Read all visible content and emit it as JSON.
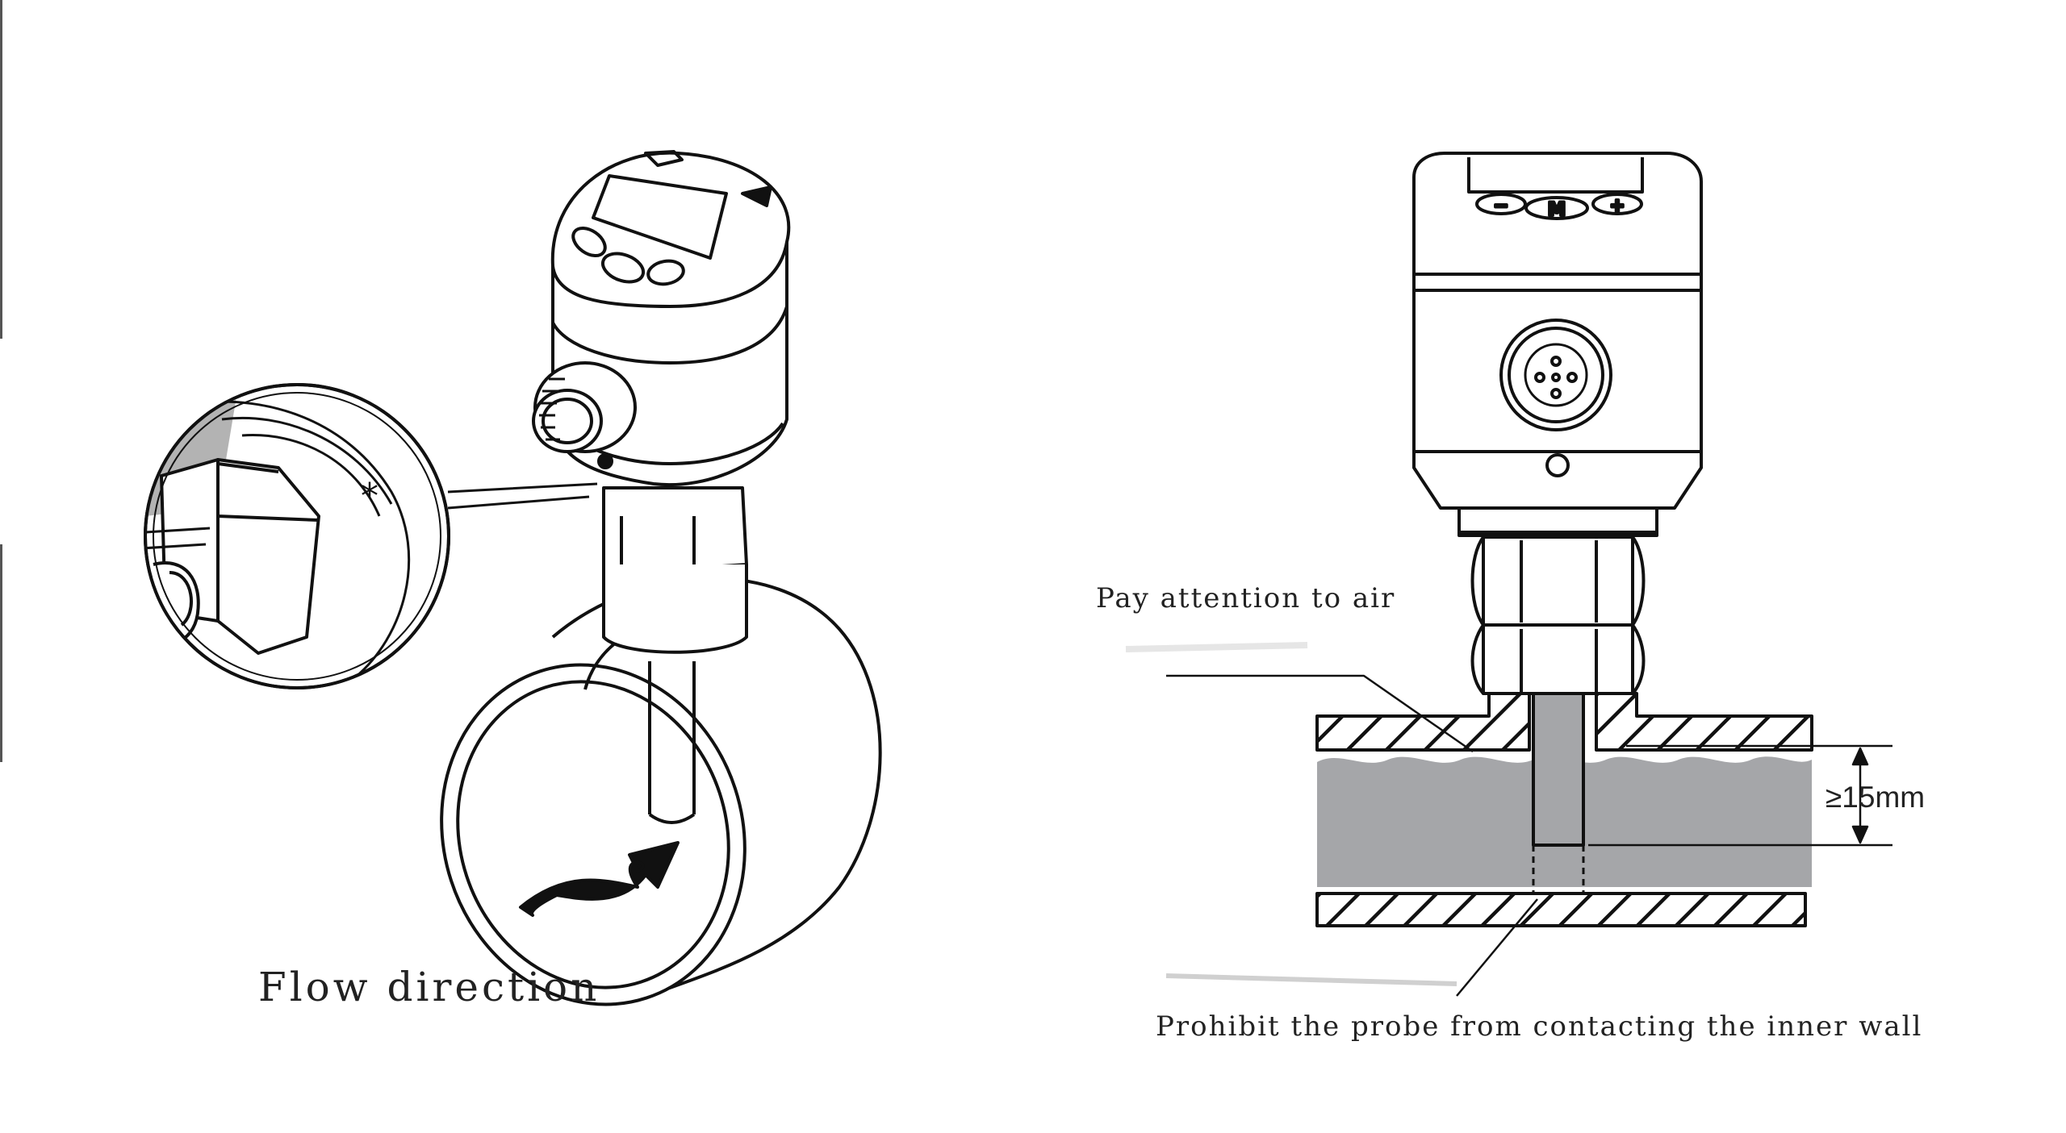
{
  "labels": {
    "flow_direction": "Flow direction",
    "pay_attention_air": "Pay attention to air",
    "prohibit_contact": "Prohibit the probe from contacting the inner wall",
    "min_insertion": "≥15mm"
  },
  "sensor": {
    "button_minus": "−",
    "button_mode": "M",
    "button_plus": "+"
  },
  "detail_marker": "*",
  "colors": {
    "line": "#111111",
    "fluid": "#a5a6a9",
    "background": "#ffffff"
  }
}
